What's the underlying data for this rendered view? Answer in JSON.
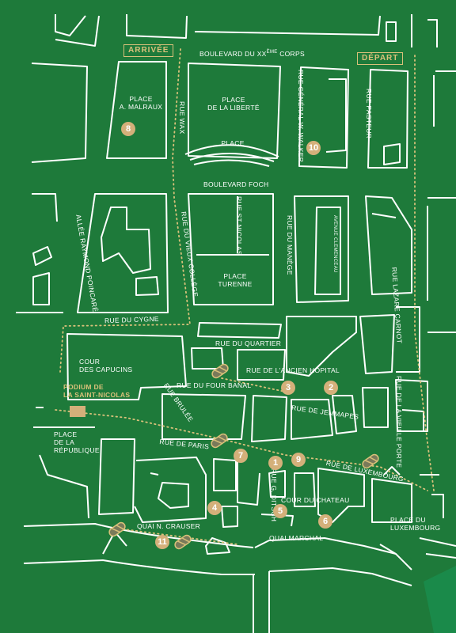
{
  "legend": {
    "arrival": "ARRIVÉE",
    "departure": "DÉPART"
  },
  "podium": {
    "line1": "PODIUM DE",
    "line2": "LA SAINT-NICOLAS"
  },
  "streets": {
    "bd_xx_pre": "BOULEVARD DU XX",
    "bd_xx_sup": "ÈME",
    "bd_xx_post": " CORPS",
    "bd_foch": "BOULEVARD FOCH",
    "rue_wax": "RUE WAX",
    "rue_walker": "RUE GÉNÉRAL W. WALKER",
    "rue_pasteur": "RUE PASTEUR",
    "rue_st_nicolas": "RUE ST NICOLAS",
    "rue_manege": "RUE DU MANÈGE",
    "avenue_clemenceau": "AVENUE CLEMENCEAU",
    "rue_vieux_college": "RUE DU VIEUX COLLÈGE",
    "allee_poincare": "ALLÉE RAYMOND POINCARÉ",
    "rue_lazare_carnot": "RUE LAZARE CARNOT",
    "rue_cygne": "RUE DU CYGNE",
    "rue_quartier": "RUE DU QUARTIER",
    "rue_ancien_hopital": "RUE DE L'ANCIEN HÔPITAL",
    "rue_four_banal": "RUE DU FOUR BANAL",
    "rue_brulee": "RUE BRULÉE",
    "rue_jemmapes": "RUE DE JEMMAPES",
    "rue_vieille_porte": "RUE DE LA VIEILLE PORTE",
    "rue_paris": "RUE DE PARIS",
    "rue_luxembourg": "RUE DE LUXEMBOURG",
    "rue_ditsch": "RUE G. DITSCH",
    "quai_crauser": "QUAI N. CRAUSER",
    "quai_marchal": "QUAI MARCHAL"
  },
  "places": {
    "malraux_1": "PLACE",
    "malraux_2": "A. MALRAUX",
    "liberte_1": "PLACE",
    "liberte_2": "DE LA LIBERTÉ",
    "place": "PLACE",
    "turenne_1": "PLACE",
    "turenne_2": "TURENNE",
    "capucins_1": "COUR",
    "capucins_2": "DES CAPUCINS",
    "republique_1": "PLACE",
    "republique_2": "DE LA",
    "republique_3": "RÉPUBLIQUE",
    "chateau": "COUR DU CHATEAU",
    "luxembourg_1": "PLACE DU",
    "luxembourg_2": "LUXEMBOURG"
  },
  "markers": [
    "1",
    "2",
    "3",
    "4",
    "5",
    "6",
    "7",
    "8",
    "9",
    "10",
    "11"
  ],
  "colors": {
    "background": "#1e7a3a",
    "lines": "#ffffff",
    "accent": "#d9c17a",
    "marker": "#d4b07a",
    "barrier": "#7a7a5a"
  },
  "icons": {
    "barrier": "barrier-icon"
  }
}
